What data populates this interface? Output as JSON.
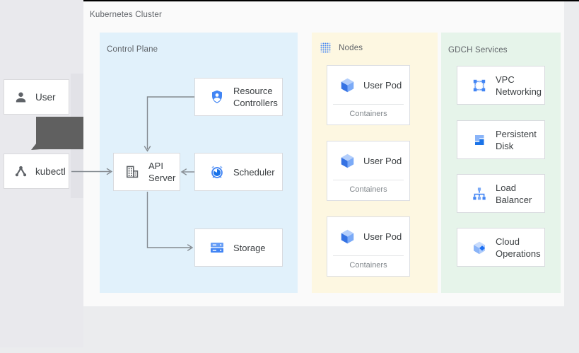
{
  "cluster": {
    "label": "Kubernetes Cluster"
  },
  "actors": {
    "user": {
      "label": "User",
      "icon": "user-icon"
    },
    "kubectl": {
      "label": "kubectl",
      "icon": "kubectl-icon"
    }
  },
  "control_plane": {
    "label": "Control Plane",
    "resource_controllers": {
      "label": "Resource Controllers",
      "icon": "shield-person-icon"
    },
    "api_server": {
      "label": "API Server",
      "icon": "building-icon"
    },
    "scheduler": {
      "label": "Scheduler",
      "icon": "alarm-clock-icon"
    },
    "storage": {
      "label": "Storage",
      "icon": "storage-trays-icon"
    }
  },
  "nodes": {
    "label": "Nodes",
    "icon": "dot-grid-icon",
    "pods": [
      {
        "label": "User Pod",
        "sublabel": "Containers",
        "icon": "cube-icon"
      },
      {
        "label": "User Pod",
        "sublabel": "Containers",
        "icon": "cube-icon"
      },
      {
        "label": "User Pod",
        "sublabel": "Containers",
        "icon": "cube-icon"
      }
    ]
  },
  "gdch": {
    "label": "GDCH Services",
    "items": [
      {
        "label": "VPC Networking",
        "icon": "vpc-icon"
      },
      {
        "label": "Persistent Disk",
        "icon": "persistent-disk-icon"
      },
      {
        "label": "Load Balancer",
        "icon": "load-balancer-icon"
      },
      {
        "label": "Cloud Operations",
        "icon": "cloud-operations-icon"
      }
    ]
  },
  "connections": [
    {
      "from": "User",
      "to": "kubectl"
    },
    {
      "from": "kubectl",
      "to": "API Server"
    },
    {
      "from": "Resource Controllers",
      "to": "API Server"
    },
    {
      "from": "Scheduler",
      "to": "API Server"
    },
    {
      "from": "API Server",
      "to": "Storage"
    }
  ],
  "colors": {
    "google_blue": "#4285f4",
    "control_plane_bg": "#e1f1fb",
    "nodes_bg": "#fdf7e1",
    "gdch_bg": "#e6f4ea",
    "card_bg": "#fafafa",
    "page_bg": "#ebecee",
    "icon_gray": "#5f6368",
    "arrow_gray": "#848a90",
    "thick_arrow_gray": "#606060"
  }
}
